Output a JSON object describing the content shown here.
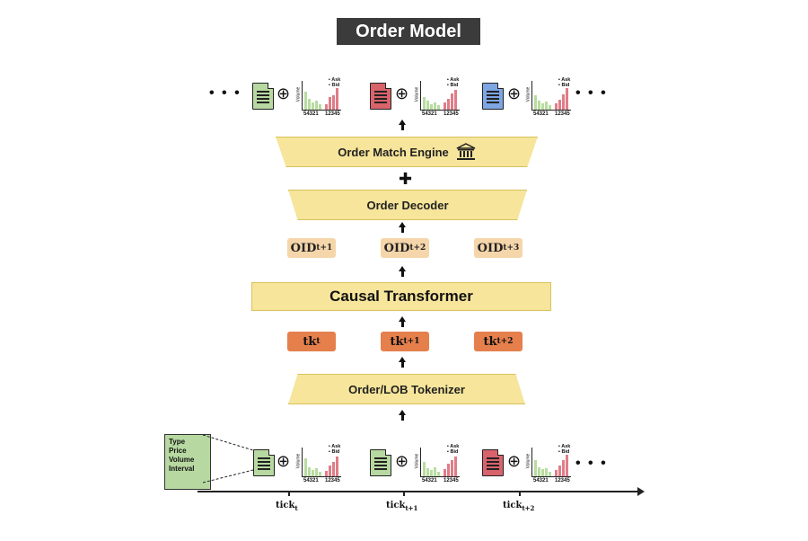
{
  "title": "Order Model",
  "match_engine": {
    "label": "Order Match Engine",
    "icon": "bank-icon"
  },
  "decoder": {
    "label": "Order Decoder"
  },
  "transformer": {
    "label": "Causal Transformer"
  },
  "tokenizer": {
    "label": "Order/LOB Tokenizer"
  },
  "oid": [
    {
      "base": "OID",
      "sub": "t+1"
    },
    {
      "base": "OID",
      "sub": "t+2"
    },
    {
      "base": "OID",
      "sub": "t+3"
    }
  ],
  "tokens": [
    {
      "base": "tk",
      "sub": "t"
    },
    {
      "base": "tk",
      "sub": "t+1"
    },
    {
      "base": "tk",
      "sub": "t+2"
    }
  ],
  "lob_chart": {
    "ylabel": "Volume",
    "bid_ticks": "54321",
    "ask_ticks": "12345",
    "legend_ask": "Ask",
    "legend_bid": "Bid"
  },
  "colors": {
    "green_doc": "#b7d9a1",
    "red_doc": "#d9636b",
    "blue_doc": "#7da6e3"
  },
  "ellipsis": "• • •",
  "order_fields": [
    "Type",
    "Price",
    "Volume",
    "Interval"
  ],
  "ticks": [
    {
      "base": "tick",
      "sub": "t"
    },
    {
      "base": "tick",
      "sub": "t+1"
    },
    {
      "base": "tick",
      "sub": "t+2"
    }
  ]
}
